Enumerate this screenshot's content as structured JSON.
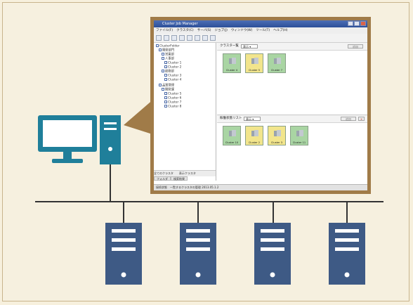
{
  "colors": {
    "background": "#f7f0dd",
    "frame_border": "#c8b48c",
    "popup_frame": "#a07b48",
    "pc_teal": "#1f7f9a",
    "server_blue": "#3e5a85",
    "network_line": "#333333",
    "card_green": "#a9d5a3",
    "card_yellow": "#f2e58c"
  },
  "icons": {
    "client": "computer-terminal-icon",
    "server": "server-tower-icon"
  },
  "servers": [
    "server-1",
    "server-2",
    "server-3",
    "server-4"
  ],
  "app": {
    "title": "Cluster Job Manager",
    "menu": [
      "ファイル(F)",
      "クラスタ(C)",
      "サーバ(S)",
      "ジョブ(J)",
      "ウィンドウ(W)",
      "ツール(T)",
      "ヘルプ(H)"
    ],
    "tree": [
      "ClusterFolder",
      "開発部門",
      "営業部",
      "人事部",
      "Cluster 1",
      "Cluster 2",
      "総務部",
      "Cluster 3",
      "Cluster 4",
      "品質管理",
      "開発課",
      "Cluster 5",
      "Cluster 6",
      "Cluster 7",
      "Cluster 8"
    ],
    "tree_footer": "全てのクラスタ　　表示クラスタ",
    "tree_tabs": [
      "フォルダ",
      "検索結果"
    ],
    "status": "接続状態　一覧するクラスタの管理 2013.05.1.2",
    "top_panel": {
      "label": "クラスタ一覧",
      "dropdown": "表示",
      "button": "追加",
      "cards": [
        {
          "caption": "Cluster 4"
        },
        {
          "caption": "Cluster 5"
        },
        {
          "caption": "Cluster 7"
        }
      ]
    },
    "bottom_panel": {
      "label": "稼働状態リスト",
      "dropdown": "表示",
      "button": "追加",
      "cards": [
        {
          "caption": "Cluster 10"
        },
        {
          "caption": "Cluster 2"
        },
        {
          "caption": "Cluster 3"
        },
        {
          "caption": "Cluster 11"
        }
      ]
    }
  }
}
